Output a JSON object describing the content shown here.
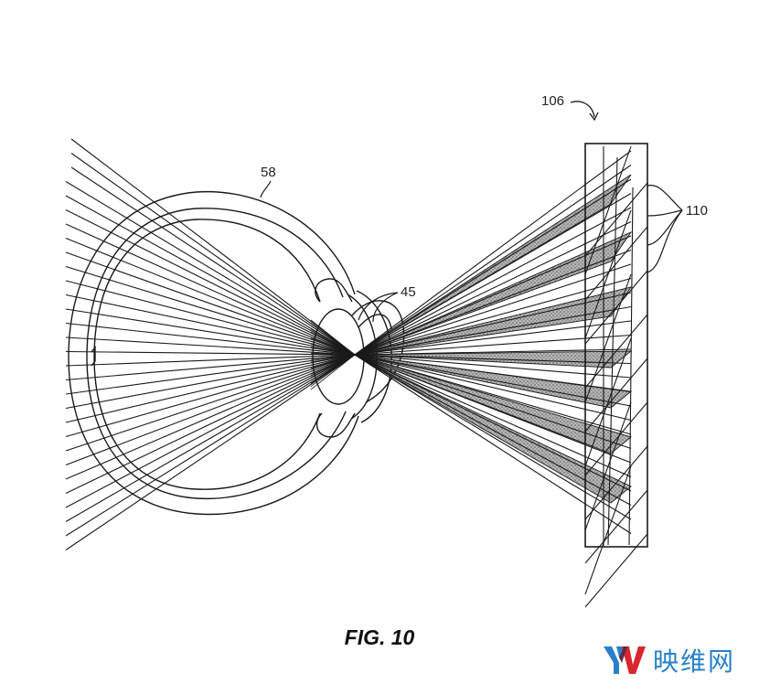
{
  "figure": {
    "caption": "FIG. 10",
    "labels": {
      "eye": "58",
      "lens": "45",
      "display": "106",
      "facets": "110"
    },
    "description": "Light rays converge through the eye's lens and diverge toward a faceted display/reflector panel with shaded beam bands"
  },
  "watermark": {
    "text": "映维网",
    "logo": "yv-logo",
    "colors": {
      "blue": "#2a7fc9",
      "red": "#d8262d"
    }
  },
  "colors": {
    "line": "#1a1a1a",
    "shade": "#8a8a8a",
    "background": "#ffffff"
  }
}
